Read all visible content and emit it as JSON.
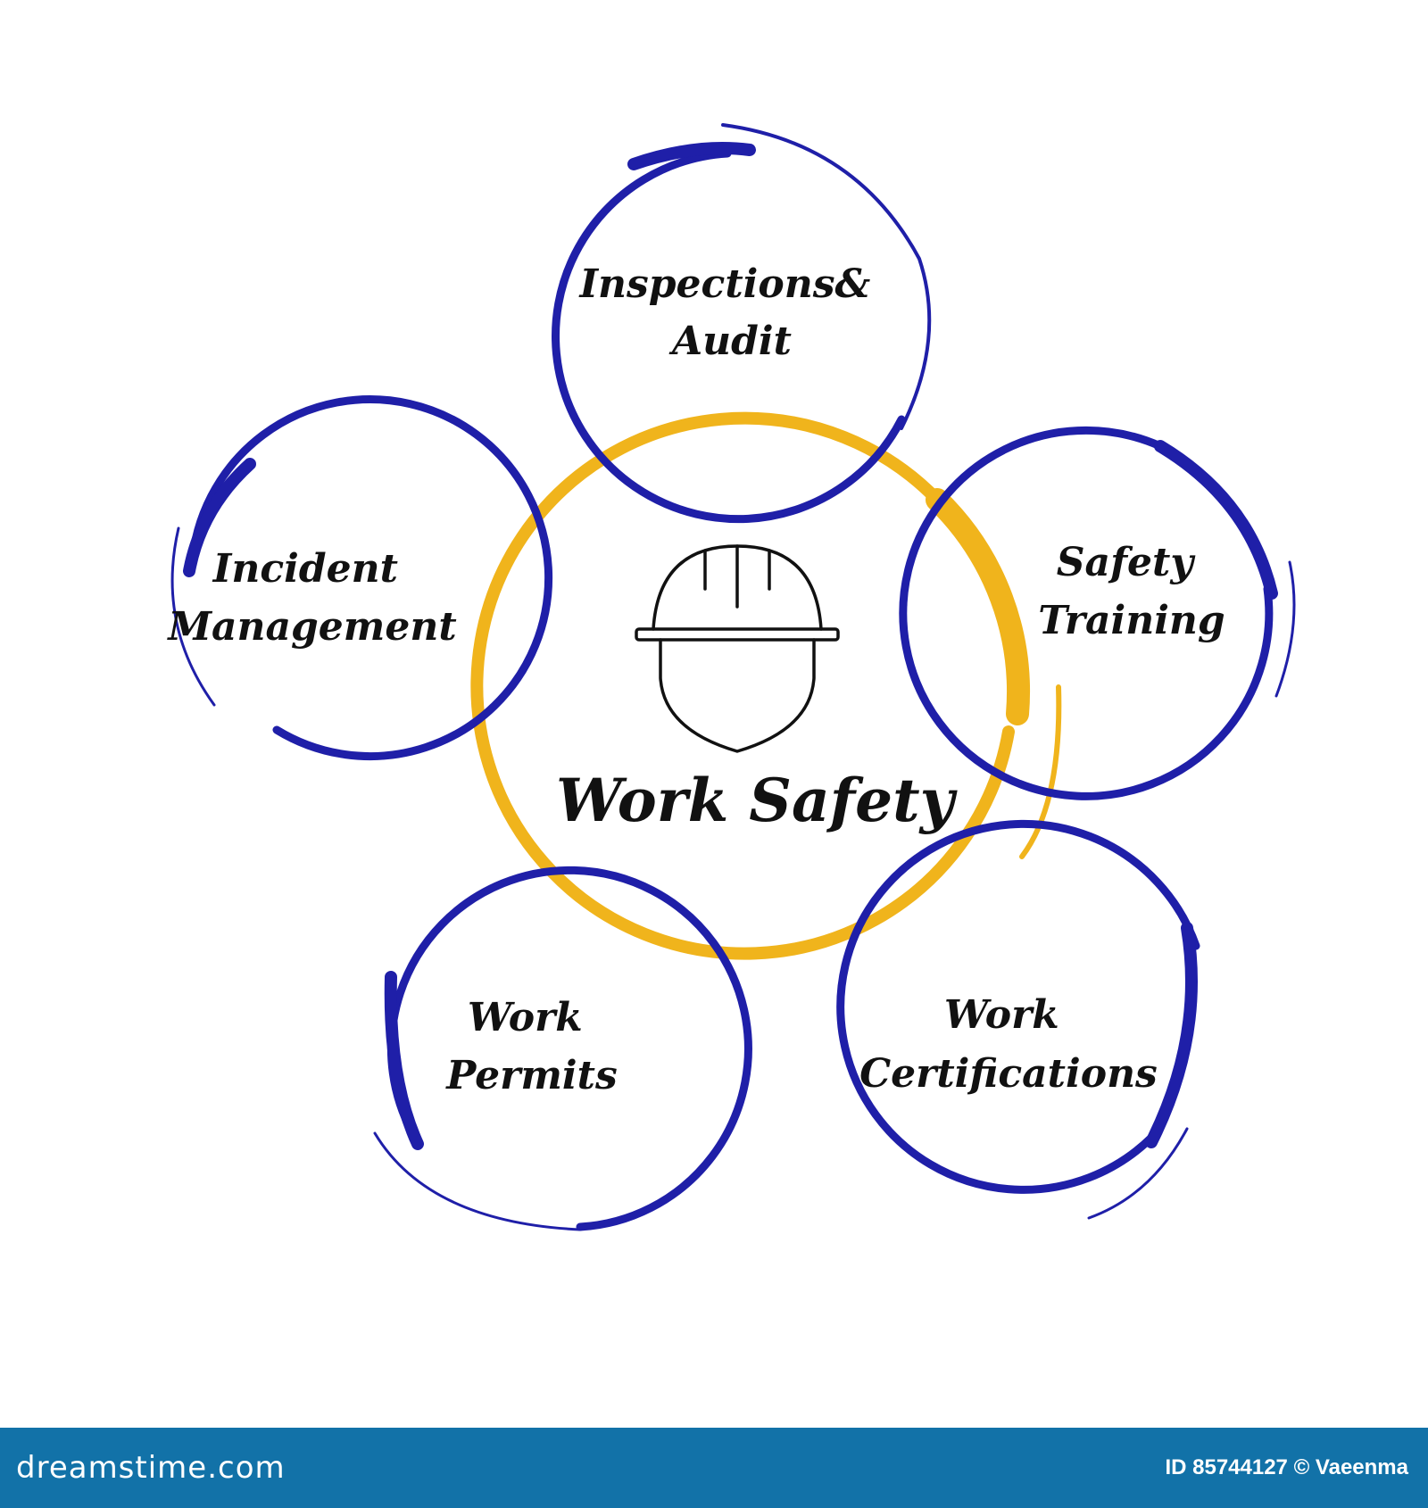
{
  "colors": {
    "ring_blue": "#1f1fa8",
    "ring_gold": "#f0b41c",
    "text": "#111111",
    "footer_bg": "#1272a8"
  },
  "diagram": {
    "center": {
      "title": "Work Safety",
      "icon": "hard-hat-worker-icon"
    },
    "nodes": [
      {
        "id": "inspections",
        "lines": [
          "Inspections&",
          "Audit"
        ]
      },
      {
        "id": "safety-training",
        "lines": [
          "Safety",
          "Training"
        ]
      },
      {
        "id": "work-certifications",
        "lines": [
          "Work",
          "Certifications"
        ]
      },
      {
        "id": "work-permits",
        "lines": [
          "Work",
          "Permits"
        ]
      },
      {
        "id": "incident-management",
        "lines": [
          "Incident",
          "Management"
        ]
      }
    ]
  },
  "footer": {
    "logo": "dreamstime.com",
    "credit": "ID 85744127 © Vaeenma"
  }
}
